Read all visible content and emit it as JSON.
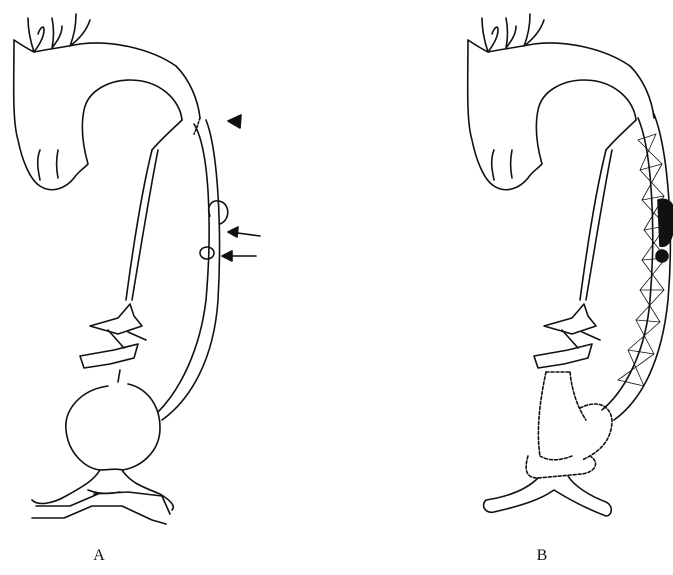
{
  "figure": {
    "panels": [
      {
        "id": "A",
        "label": "A"
      },
      {
        "id": "B",
        "label": "B"
      }
    ],
    "colors": {
      "ink": "#111111",
      "paper": "#ffffff"
    }
  }
}
